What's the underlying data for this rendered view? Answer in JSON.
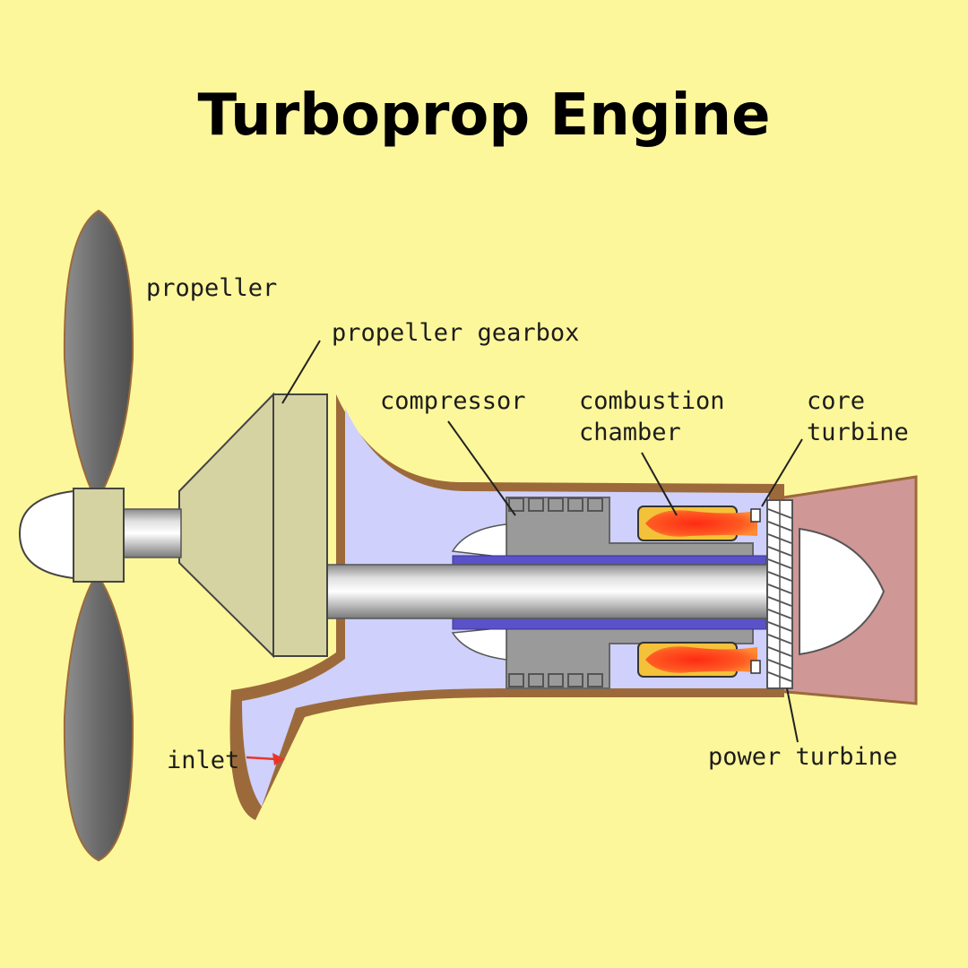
{
  "title": "Turboprop Engine",
  "labels": {
    "propeller": "propeller",
    "propeller_gearbox": "propeller gearbox",
    "compressor": "compressor",
    "combustion_line1": "combustion",
    "combustion_line2": "chamber",
    "core_line1": "core",
    "core_line2": "turbine",
    "inlet": "inlet",
    "power_turbine": "power turbine"
  },
  "colors": {
    "background": "#fdf79b",
    "nacelle": "#9c6a3a",
    "airflow": "#cfd0fb",
    "exhaust": "#d09797",
    "gearbox": "#d6d3a3",
    "propeller": "#6b6b6b",
    "flame": "#ff3a1a",
    "flow_arrow": "#e8352a"
  }
}
